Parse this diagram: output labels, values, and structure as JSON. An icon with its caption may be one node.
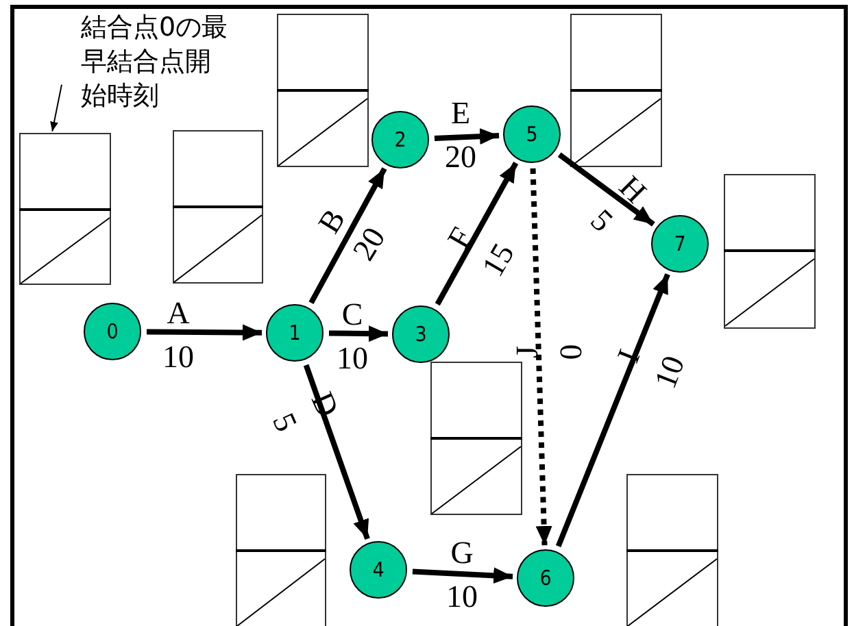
{
  "diagram": {
    "nodes": [
      {
        "text": [
          "0"
        ]
      },
      {
        "text": [
          "1"
        ]
      },
      {
        "text": [
          "2"
        ]
      },
      {
        "text": [
          "3"
        ]
      },
      {
        "text": [
          "4"
        ]
      },
      {
        "text": [
          "5"
        ]
      },
      {
        "text": [
          "6"
        ]
      },
      {
        "text": [
          "7"
        ]
      },
      {
        "text": [
          "結合点0の最早結合点開始時刻"
        ]
      },
      {
        "text": [],
        "shape": "box"
      }
    ],
    "edges": [
      {
        "from": 0,
        "to": 1,
        "arrow": "to",
        "label": "A 10"
      },
      {
        "from": 1,
        "to": 2,
        "arrow": "to",
        "label": "B 20"
      },
      {
        "from": 1,
        "to": 3,
        "arrow": "to",
        "label": "C 10"
      },
      {
        "from": 1,
        "to": 4,
        "arrow": "to",
        "label": "D 5"
      },
      {
        "from": 2,
        "to": 5,
        "arrow": "to",
        "label": "E 20"
      },
      {
        "from": 3,
        "to": 5,
        "arrow": "to",
        "label": "F 15"
      },
      {
        "from": 5,
        "to": 7,
        "arrow": "to",
        "label": "H 5"
      },
      {
        "from": 5,
        "to": 6,
        "arrow": "to",
        "label": "J 0",
        "style": "dashed"
      },
      {
        "from": 4,
        "to": 6,
        "arrow": "to",
        "label": "G 10"
      },
      {
        "from": 6,
        "to": 7,
        "arrow": "to",
        "label": "I 10"
      },
      {
        "from": 8,
        "to": 9,
        "arrow": "to"
      }
    ]
  }
}
